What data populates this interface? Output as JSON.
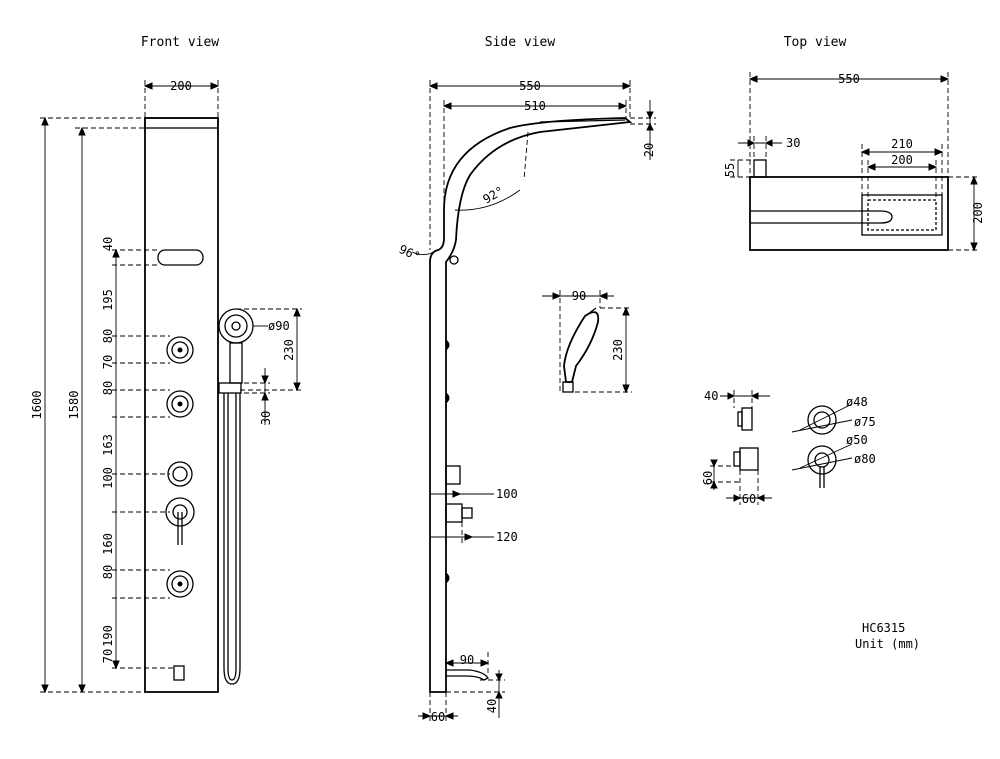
{
  "titles": {
    "front": "Front view",
    "side": "Side view",
    "top": "Top view"
  },
  "model": {
    "code": "HC6315",
    "unit": "Unit (mm)"
  },
  "front_dims": {
    "width": "200",
    "total_height": "1600",
    "inner_height": "1580",
    "d40": "40",
    "d195": "195",
    "d80a": "80",
    "d70": "70",
    "d80b": "80",
    "d163": "163",
    "d100": "100",
    "d160": "160",
    "d80c": "80",
    "d190": "190",
    "d70b": "70",
    "hand_dia": "ø90",
    "hand_h": "230",
    "hand_30": "30"
  },
  "side_dims": {
    "w550": "550",
    "w510": "510",
    "d20": "20",
    "a92": "92°",
    "a96": "96°",
    "d100": "100",
    "d120": "120",
    "d90": "90",
    "d40": "40",
    "d60": "60",
    "hs_w": "90",
    "hs_h": "230"
  },
  "top_dims": {
    "w550": "550",
    "d30": "30",
    "d55": "55",
    "w210": "210",
    "w200": "200",
    "d200": "200"
  },
  "valve_dims": {
    "d40": "40",
    "d48": "ø48",
    "d75": "ø75",
    "d50": "ø50",
    "d80": "ø80",
    "d60v": "60",
    "d60h": "60"
  }
}
